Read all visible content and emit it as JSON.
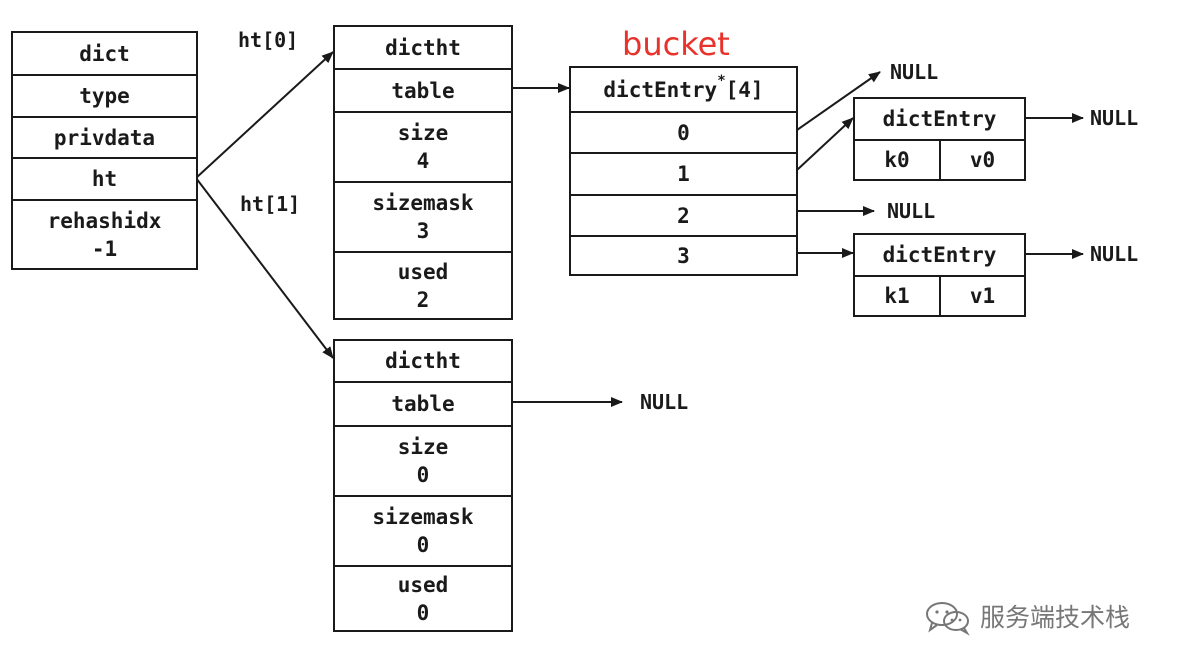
{
  "dict": {
    "fields": [
      "dict",
      "type",
      "privdata",
      "ht"
    ],
    "rehashidx_name": "rehashidx",
    "rehashidx_value": "-1"
  },
  "ht_labels": {
    "ht0": "ht[0]",
    "ht1": "ht[1]"
  },
  "dictht0": {
    "title": "dictht",
    "table": "table",
    "size_name": "size",
    "size_value": "4",
    "sizemask_name": "sizemask",
    "sizemask_value": "3",
    "used_name": "used",
    "used_value": "2"
  },
  "dictht1": {
    "title": "dictht",
    "table": "table",
    "size_name": "size",
    "size_value": "0",
    "sizemask_name": "sizemask",
    "sizemask_value": "0",
    "used_name": "used",
    "used_value": "0"
  },
  "bucket": {
    "label": "bucket",
    "header_name": "dictEntry",
    "header_star": "*",
    "header_size": "[4]",
    "slots": [
      "0",
      "1",
      "2",
      "3"
    ]
  },
  "entries": [
    {
      "title": "dictEntry",
      "key": "k0",
      "value": "v0"
    },
    {
      "title": "dictEntry",
      "key": "k1",
      "value": "v1"
    }
  ],
  "null_label": "NULL",
  "watermark": "服务端技术栈",
  "colors": {
    "bucket_label": "#e8332c",
    "ink": "#1a1a1a",
    "watermark": "#777777"
  },
  "icons": {
    "watermark_logo": "wechat-icon"
  }
}
